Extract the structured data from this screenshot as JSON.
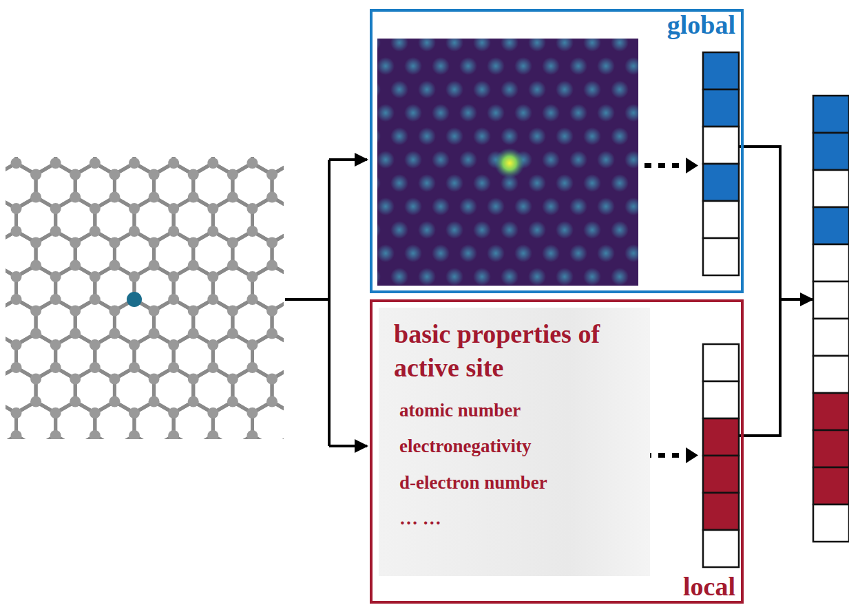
{
  "diagram": {
    "nodes": [
      {
        "text": [
          "global"
        ]
      },
      {
        "text": [
          "local"
        ]
      },
      {
        "text": [
          "basic properties of active site",
          "atomic number",
          "electronegativity",
          "d-electron number",
          "… …"
        ],
        "in": 1
      }
    ]
  }
}
